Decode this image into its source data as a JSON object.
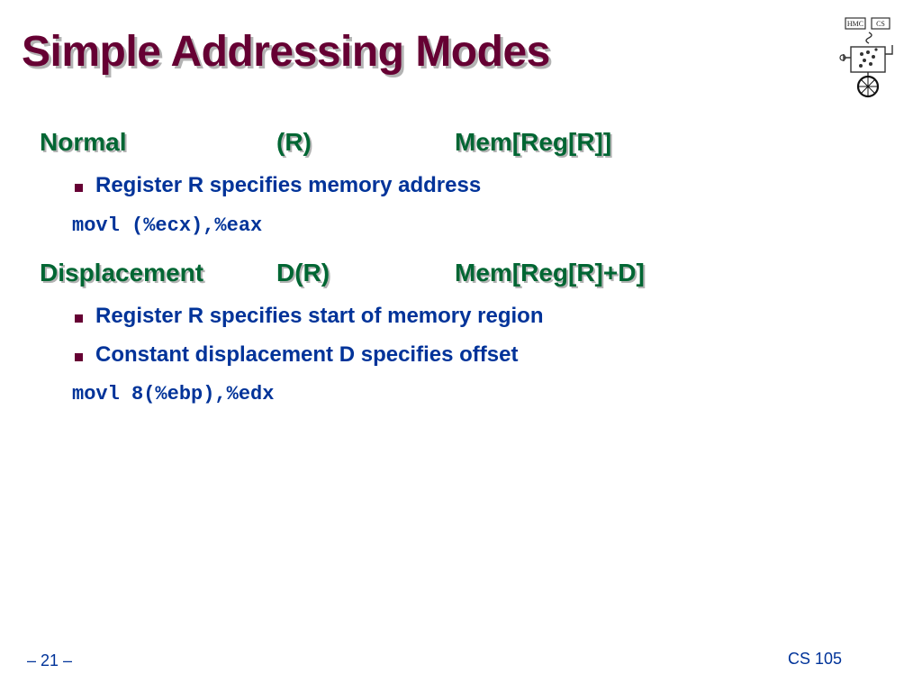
{
  "slide": {
    "title": "Simple Addressing Modes",
    "logo_text": {
      "left": "HMC",
      "right": "CS"
    }
  },
  "sections": [
    {
      "name": "Normal",
      "syntax": "(R)",
      "semantics": "Mem[Reg[R]]",
      "bullets": [
        "Register R specifies memory address"
      ],
      "code": "movl (%ecx),%eax"
    },
    {
      "name": "Displacement",
      "syntax": "D(R)",
      "semantics": "Mem[Reg[R]+D]",
      "bullets": [
        "Register R specifies start of memory region",
        "Constant displacement D specifies offset"
      ],
      "code": "movl 8(%ebp),%edx"
    }
  ],
  "footer": {
    "page": "– 21 –",
    "course": "CS 105"
  },
  "colors": {
    "title": "#660033",
    "heading": "#006633",
    "body": "#003399",
    "bullet_marker": "#660033",
    "shadow": "#b3b3b3"
  }
}
